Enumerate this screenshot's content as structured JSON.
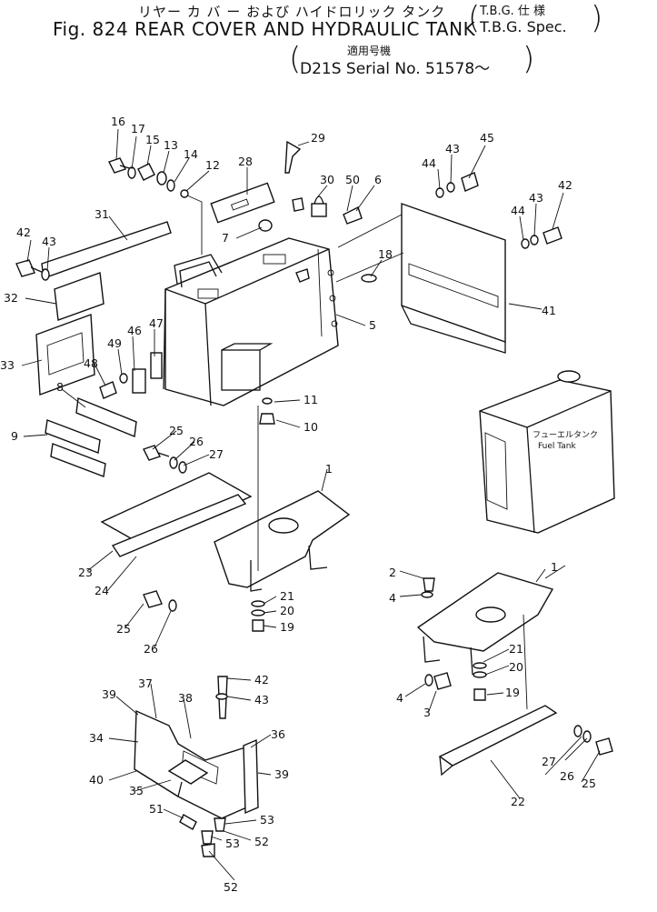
{
  "header": {
    "title_jp": "リヤー カ バ ー および ハイドロリック タンク",
    "title_en": "Fig. 824 REAR COVER AND HYDRAULIC TANK",
    "spec_jp": "T.B.G. 仕 様",
    "spec_en": "T.B.G. Spec.",
    "model_jp": "適用号機",
    "model_en": "D21S Serial No. 51578～"
  },
  "tank_label": {
    "jp": "フューエルタンク",
    "en": "Fuel Tank"
  },
  "callouts": [
    "16",
    "17",
    "15",
    "13",
    "14",
    "12",
    "28",
    "29",
    "30",
    "50",
    "6",
    "44",
    "43",
    "45",
    "44",
    "43",
    "42",
    "42",
    "43",
    "31",
    "32",
    "33",
    "7",
    "18",
    "5",
    "41",
    "46",
    "47",
    "49",
    "48",
    "8",
    "9",
    "11",
    "10",
    "25",
    "26",
    "27",
    "1",
    "23",
    "24",
    "25",
    "26",
    "21",
    "20",
    "19",
    "2",
    "4",
    "1",
    "21",
    "20",
    "4",
    "3",
    "19",
    "42",
    "43",
    "39",
    "37",
    "38",
    "36",
    "34",
    "39",
    "40",
    "35",
    "51",
    "53",
    "53",
    "52",
    "52",
    "27",
    "26",
    "25",
    "22"
  ]
}
